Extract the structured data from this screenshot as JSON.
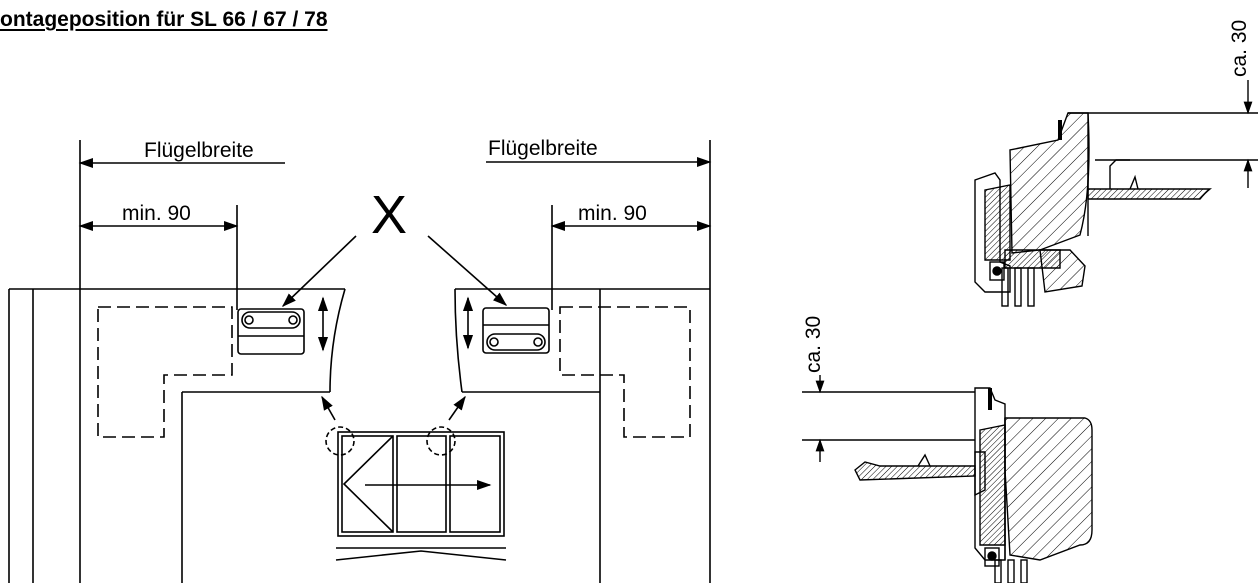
{
  "title": "ontageposition für SL 66 / 67 / 78",
  "labels": {
    "wing_width_left": "Flügelbreite",
    "wing_width_right": "Flügelbreite",
    "min_left": "min. 90",
    "min_right": "min. 90",
    "mark": "X",
    "ca_top": "ca. 30",
    "ca_bottom": "ca. 30"
  },
  "colors": {
    "line": "#000000",
    "background": "#ffffff"
  }
}
